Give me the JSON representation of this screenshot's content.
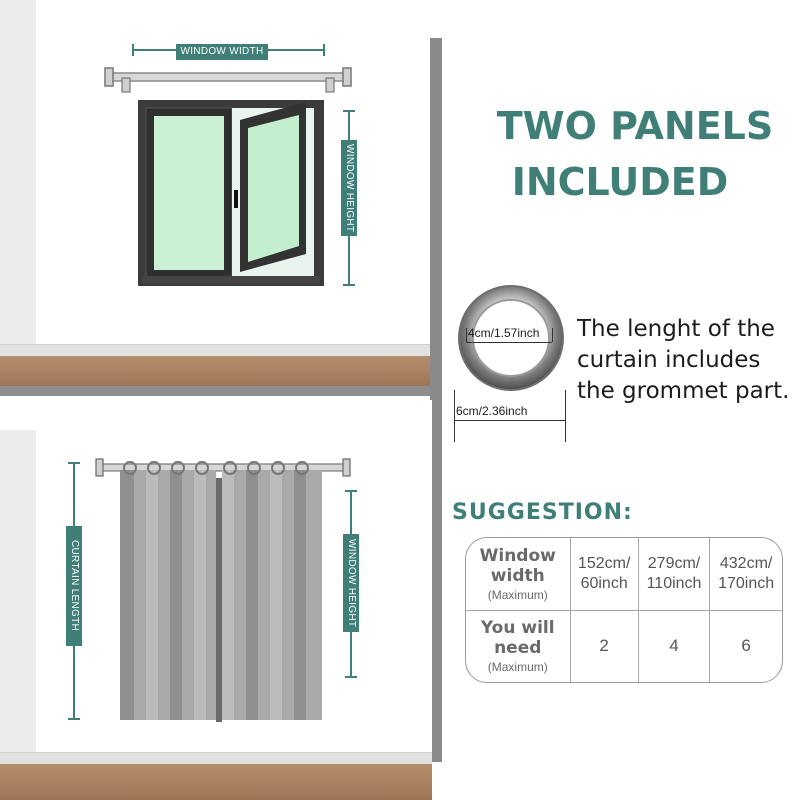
{
  "headline": {
    "line1": "TWO PANELS",
    "line2": "INCLUDED"
  },
  "labels": {
    "window_width": "WINDOW WIDTH",
    "window_height_top": "WINDOW HEIGHT",
    "window_height_bottom": "WINDOW HEIGHT",
    "curtain_length": "CURTAIN LENGTH"
  },
  "grommet": {
    "inner": "4cm/1.57inch",
    "outer": "6cm/2.36inch"
  },
  "note": "The lenght of the curtain includes the grommet part.",
  "suggestion_title": "SUGGESTION:",
  "table": {
    "row1_label": "Window width",
    "row1_sub": "(Maximum)",
    "row2_label": "You will need",
    "row2_sub": "(Maximum)",
    "widths": [
      {
        "a": "152cm/",
        "b": "60inch"
      },
      {
        "a": "279cm/",
        "b": "110inch"
      },
      {
        "a": "432cm/",
        "b": "170inch"
      }
    ],
    "panels": [
      "2",
      "4",
      "6"
    ]
  },
  "colors": {
    "accent": "#3f7f78",
    "floor": "#a88160",
    "divider": "#8a8a8a",
    "curtain": "#a9a9a9"
  }
}
